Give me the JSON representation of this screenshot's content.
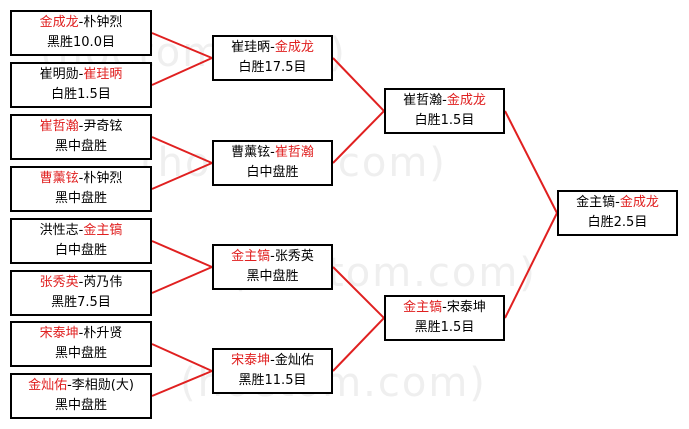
{
  "watermark": "(hoetom.com)",
  "accent_color": "#e02020",
  "rounds": [
    [
      {
        "names": [
          {
            "text": "金成龙",
            "winner": true
          },
          {
            "text": "-朴钟烈",
            "winner": false
          }
        ],
        "result": "黑胜10.0目"
      },
      {
        "names": [
          {
            "text": "崔明勋-",
            "winner": false
          },
          {
            "text": "崔珪昞",
            "winner": true
          }
        ],
        "result": "白胜1.5目"
      },
      {
        "names": [
          {
            "text": "崔哲瀚",
            "winner": true
          },
          {
            "text": "-尹奇铉",
            "winner": false
          }
        ],
        "result": "黑中盘胜"
      },
      {
        "names": [
          {
            "text": "曹薰铉",
            "winner": true
          },
          {
            "text": "-朴钟烈",
            "winner": false
          }
        ],
        "result": "黑中盘胜"
      },
      {
        "names": [
          {
            "text": "洪性志-",
            "winner": false
          },
          {
            "text": "金主镐",
            "winner": true
          }
        ],
        "result": "白中盘胜"
      },
      {
        "names": [
          {
            "text": "张秀英",
            "winner": true
          },
          {
            "text": "-芮乃伟",
            "winner": false
          }
        ],
        "result": "黑胜7.5目"
      },
      {
        "names": [
          {
            "text": "宋泰坤",
            "winner": true
          },
          {
            "text": "-朴升贤",
            "winner": false
          }
        ],
        "result": "黑中盘胜"
      },
      {
        "names": [
          {
            "text": "金灿佑",
            "winner": true
          },
          {
            "text": "-李相勋(大)",
            "winner": false
          }
        ],
        "result": "黑中盘胜"
      }
    ],
    [
      {
        "names": [
          {
            "text": "崔珪昞-",
            "winner": false
          },
          {
            "text": "金成龙",
            "winner": true
          }
        ],
        "result": "白胜17.5目"
      },
      {
        "names": [
          {
            "text": "曹薰铉-",
            "winner": false
          },
          {
            "text": "崔哲瀚",
            "winner": true
          }
        ],
        "result": "白中盘胜"
      },
      {
        "names": [
          {
            "text": "金主镐",
            "winner": true
          },
          {
            "text": "-张秀英",
            "winner": false
          }
        ],
        "result": "黑中盘胜"
      },
      {
        "names": [
          {
            "text": "宋泰坤",
            "winner": true
          },
          {
            "text": "-金灿佑",
            "winner": false
          }
        ],
        "result": "黑胜11.5目"
      }
    ],
    [
      {
        "names": [
          {
            "text": "崔哲瀚-",
            "winner": false
          },
          {
            "text": "金成龙",
            "winner": true
          }
        ],
        "result": "白胜1.5目"
      },
      {
        "names": [
          {
            "text": "金主镐",
            "winner": true
          },
          {
            "text": "-宋泰坤",
            "winner": false
          }
        ],
        "result": "黑胜1.5目"
      }
    ],
    [
      {
        "names": [
          {
            "text": "金主镐-",
            "winner": false
          },
          {
            "text": "金成龙",
            "winner": true
          }
        ],
        "result": "白胜2.5目"
      }
    ]
  ]
}
